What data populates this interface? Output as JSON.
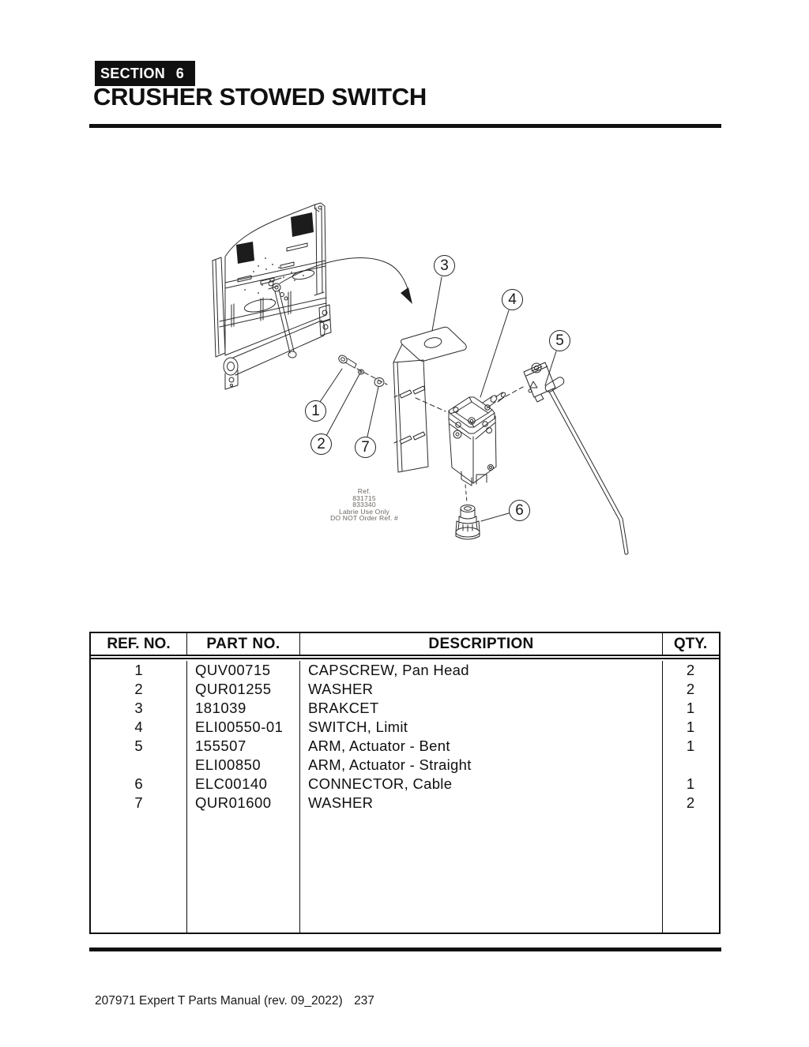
{
  "header": {
    "section_label": "SECTION",
    "section_number": "6",
    "title": "CRUSHER STOWED SWITCH"
  },
  "diagram": {
    "ref_note_lines": [
      "Ref.",
      "831715",
      "833340",
      "Labrie Use Only",
      "DO NOT Order Ref. #"
    ],
    "callouts": [
      {
        "label": "1"
      },
      {
        "label": "2"
      },
      {
        "label": "3"
      },
      {
        "label": "4"
      },
      {
        "label": "5"
      },
      {
        "label": "6"
      },
      {
        "label": "7"
      }
    ]
  },
  "table": {
    "headers": [
      "REF. NO.",
      "PART NO.",
      "DESCRIPTION",
      "QTY."
    ],
    "rows": [
      {
        "ref": "1",
        "part": "QUV00715",
        "desc": "CAPSCREW, Pan Head",
        "qty": "2"
      },
      {
        "ref": "2",
        "part": "QUR01255",
        "desc": "WASHER",
        "qty": "2"
      },
      {
        "ref": "3",
        "part": "181039",
        "desc": "BRAKCET",
        "qty": "1"
      },
      {
        "ref": "4",
        "part": "ELI00550-01",
        "desc": "SWITCH, Limit",
        "qty": "1"
      },
      {
        "ref": "5",
        "part": "155507",
        "desc": "ARM, Actuator - Bent",
        "qty": "1"
      },
      {
        "ref": "",
        "part": "ELI00850",
        "desc": "ARM, Actuator - Straight",
        "qty": ""
      },
      {
        "ref": "6",
        "part": "ELC00140",
        "desc": "CONNECTOR, Cable",
        "qty": "1"
      },
      {
        "ref": "7",
        "part": "QUR01600",
        "desc": "WASHER",
        "qty": "2"
      }
    ]
  },
  "footer": {
    "manual": "207971 Expert T Parts Manual (rev. 09_2022)",
    "page": "237"
  }
}
